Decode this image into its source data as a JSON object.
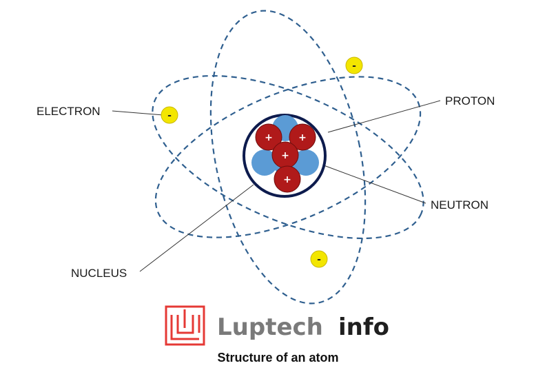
{
  "labels": {
    "electron": "ELECTRON",
    "proton": "PROTON",
    "neutron": "NEUTRON",
    "nucleus": "NUCLEUS"
  },
  "symbols": {
    "proton_charge": "+",
    "electron_charge": "-"
  },
  "logo": {
    "brand": "Luptech",
    "suffix": "info",
    "icon": "laptech-logo-icon",
    "brand_color": "#7a7a7a",
    "suffix_color": "#1f1f1f",
    "icon_color": "#e53935"
  },
  "caption": "Structure of an atom",
  "colors": {
    "orbit": "#2f5f8f",
    "nucleus_ring": "#0d1b4d",
    "proton": "#b01a1a",
    "neutron": "#5b9bd5",
    "electron": "#f3e600",
    "leader_line": "#333333"
  }
}
